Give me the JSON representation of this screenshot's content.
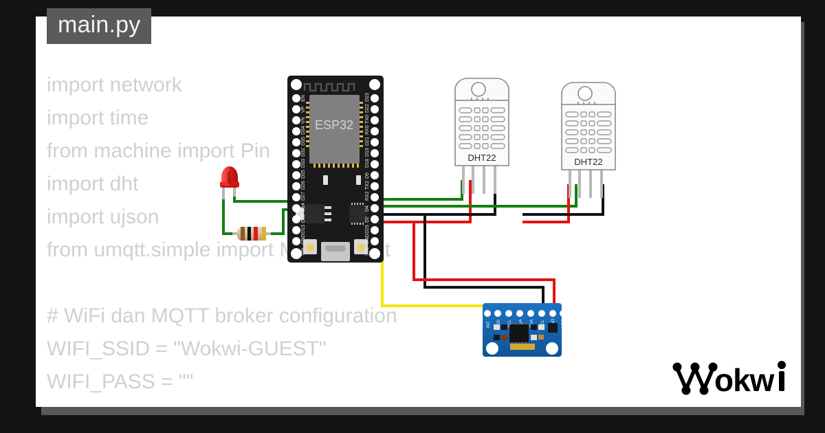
{
  "window": {
    "background_color": "#141414",
    "canvas_color": "#ffffff",
    "shadow_color": "#585858"
  },
  "file_tab": {
    "label": "main.py",
    "background_color": "#5a5a5a",
    "text_color": "#f2f2f2"
  },
  "editor": {
    "text_color": "#cfd0d1",
    "lines": [
      "import network",
      "import time",
      "from machine import Pin",
      "import dht",
      "import ujson",
      "from umqtt.simple import MQTTClient",
      "",
      "# WiFi dan MQTT broker configuration",
      "WIFI_SSID = \"Wokwi-GUEST\"",
      "WIFI_PASS = \"\""
    ]
  },
  "branding": {
    "logo_text": "wokwi",
    "logo_color": "#000000"
  },
  "circuit": {
    "board": {
      "name": "ESP32 DevKit",
      "chip_label": "ESP32",
      "body_color": "#1a1a1a",
      "shield_color": "#808080",
      "pins_left": [
        "EN",
        "VP",
        "VN",
        "D34",
        "D35",
        "D32",
        "D33",
        "D25",
        "D26",
        "D27",
        "D14",
        "D12",
        "D13",
        "GND",
        "VIN"
      ],
      "pins_right": [
        "D23",
        "D22",
        "TX0",
        "RX0",
        "D21",
        "D19",
        "D18",
        "D5",
        "TX2",
        "RX2",
        "D4",
        "D2",
        "D15",
        "GND",
        "3V3"
      ]
    },
    "components": [
      {
        "name": "led",
        "label": "",
        "color": "#e02020",
        "type": "LED"
      },
      {
        "name": "resistor",
        "label": "",
        "type": "Resistor",
        "bands": [
          "#8b5a2b",
          "#000000",
          "#e02020",
          "#d4af37"
        ]
      },
      {
        "name": "dht22-1",
        "label": "DHT22",
        "type": "DHT22"
      },
      {
        "name": "dht22-2",
        "label": "DHT22",
        "type": "DHT22"
      },
      {
        "name": "mpu6050",
        "label": "",
        "type": "MPU6050",
        "board_color": "#1565b5",
        "pins": [
          "INT",
          "AD0",
          "XCL",
          "XDA",
          "SDA",
          "SCL",
          "GND",
          "VCC"
        ]
      }
    ],
    "wire_colors": {
      "green": "#128012",
      "red": "#e81010",
      "black": "#101010",
      "yellow": "#f5e500",
      "gray": "#b5b5b5"
    }
  }
}
